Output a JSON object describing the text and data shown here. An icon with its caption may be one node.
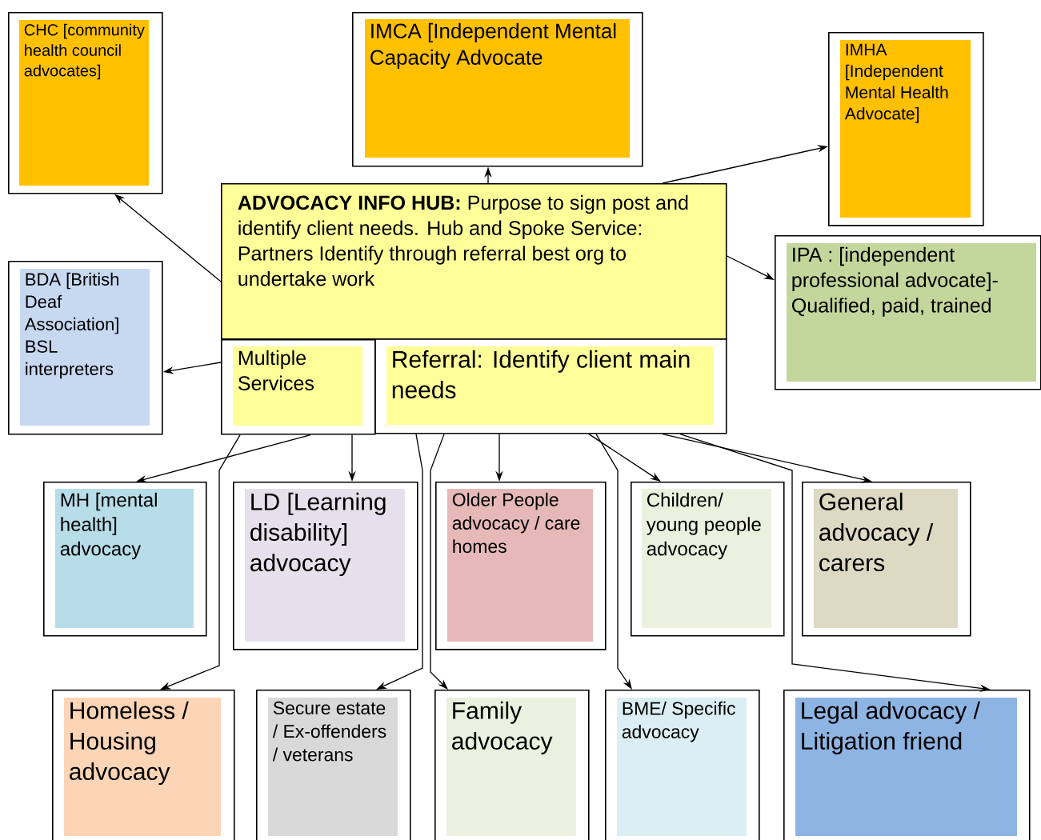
{
  "diagram": {
    "nodes": [
      {
        "text": [
          "CHC [community health council advocates]"
        ]
      },
      {
        "text": [
          "IMCA [Independent Mental Capacity Advocate"
        ]
      },
      {
        "text": [
          "IMHA [Independent Mental Health Advocate]"
        ]
      },
      {
        "text": [
          "**ADVOCACY INFO HUB:** Purpose to sign post and identify client needs. Hub and Spoke Service: Partners Identify through referral best org to undertake work"
        ]
      },
      {
        "text": [
          "BDA [British Deaf Association] BSL interpreters"
        ]
      },
      {
        "text": [
          "IPA : [independent professional advocate]- Qualified, paid, trained"
        ]
      },
      {
        "text": [
          "Multiple Services"
        ]
      },
      {
        "text": [
          "Referral: Identify client main needs"
        ]
      },
      {
        "text": [
          "MH [mental health] advocacy"
        ]
      },
      {
        "text": [
          "LD [Learning disability] advocacy"
        ]
      },
      {
        "text": [
          "Older People advocacy / care homes"
        ]
      },
      {
        "text": [
          "Children/ young people advocacy"
        ]
      },
      {
        "text": [
          "General advocacy / carers"
        ]
      },
      {
        "text": [
          "Homeless / Housing advocacy"
        ]
      },
      {
        "text": [
          "Secure estate / Ex-offenders / veterans"
        ]
      },
      {
        "text": [
          "Family advocacy"
        ]
      },
      {
        "text": [
          "BME/ Specific advocacy"
        ]
      },
      {
        "text": [
          "Legal advocacy / Litigation friend"
        ]
      }
    ],
    "edges": [
      {
        "from": 3,
        "to": 0,
        "arrow": "to"
      },
      {
        "from": 3,
        "to": 1,
        "arrow": "to"
      },
      {
        "from": 3,
        "to": 2,
        "arrow": "to"
      },
      {
        "from": 3,
        "to": 5,
        "arrow": "to"
      },
      {
        "from": 6,
        "to": 4,
        "arrow": "to"
      },
      {
        "from": 6,
        "to": 8,
        "arrow": "to"
      },
      {
        "from": 6,
        "to": 13,
        "arrow": "to"
      },
      {
        "from": 6,
        "to": 9,
        "arrow": "to"
      },
      {
        "from": 7,
        "to": 14,
        "arrow": "to"
      },
      {
        "from": 7,
        "to": 15,
        "arrow": "to"
      },
      {
        "from": 7,
        "to": 10,
        "arrow": "to"
      },
      {
        "from": 7,
        "to": 11,
        "arrow": "to"
      },
      {
        "from": 7,
        "to": 16,
        "arrow": "to"
      },
      {
        "from": 7,
        "to": 12,
        "arrow": "to"
      },
      {
        "from": 7,
        "to": 17,
        "arrow": "to"
      }
    ]
  }
}
